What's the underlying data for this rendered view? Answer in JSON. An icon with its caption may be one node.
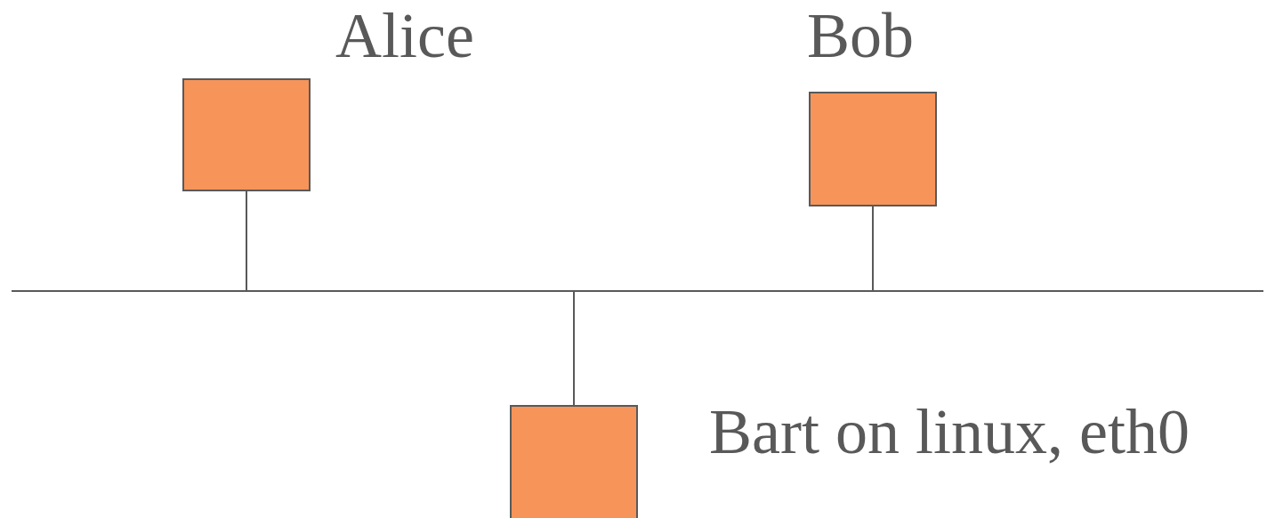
{
  "diagram": {
    "nodes": [
      {
        "text": [
          "Alice"
        ]
      },
      {
        "text": [
          "Bob"
        ]
      },
      {
        "text": [],
        "shape": "bar"
      },
      {
        "text": [
          "Bart on linux, eth0"
        ]
      }
    ],
    "edges": [
      {
        "from": 0,
        "to": 2,
        "arrow": "none"
      },
      {
        "from": 1,
        "to": 2,
        "arrow": "none"
      },
      {
        "from": 2,
        "to": 3,
        "arrow": "none"
      }
    ]
  }
}
